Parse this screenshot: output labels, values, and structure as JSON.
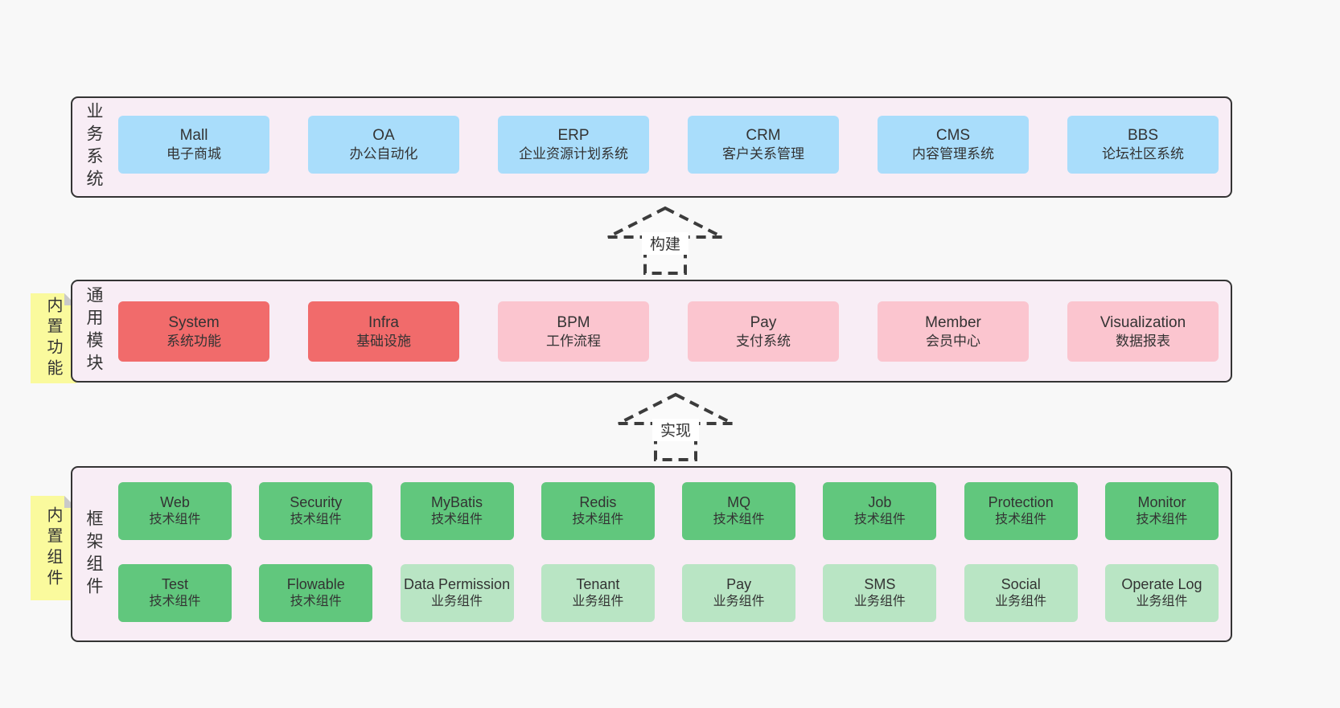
{
  "colors": {
    "page_bg": "#f8f8f8",
    "section_bg": "#f8edf5",
    "section_border": "#343434",
    "blue_box": "#a9ddfb",
    "red_box": "#f16b6b",
    "pink_box": "#fbc5cf",
    "green_box": "#61c77d",
    "light_green_box": "#b9e5c4",
    "note_bg": "#fafa9d",
    "text": "#333333"
  },
  "arrows": [
    {
      "label": "构建"
    },
    {
      "label": "实现"
    }
  ],
  "notes": [
    {
      "label": "内置功能"
    },
    {
      "label": "内置组件"
    }
  ],
  "sections": [
    {
      "label": "业务系统",
      "boxes": [
        {
          "name": "Mall",
          "desc": "电子商城"
        },
        {
          "name": "OA",
          "desc": "办公自动化"
        },
        {
          "name": "ERP",
          "desc": "企业资源计划系统"
        },
        {
          "name": "CRM",
          "desc": "客户关系管理"
        },
        {
          "name": "CMS",
          "desc": "内容管理系统"
        },
        {
          "name": "BBS",
          "desc": "论坛社区系统"
        }
      ]
    },
    {
      "label": "通用模块",
      "boxes": [
        {
          "name": "System",
          "desc": "系统功能"
        },
        {
          "name": "Infra",
          "desc": "基础设施"
        },
        {
          "name": "BPM",
          "desc": "工作流程"
        },
        {
          "name": "Pay",
          "desc": "支付系统"
        },
        {
          "name": "Member",
          "desc": "会员中心"
        },
        {
          "name": "Visualization",
          "desc": "数据报表"
        }
      ]
    },
    {
      "label": "框架组件",
      "rows": [
        [
          {
            "name": "Web",
            "desc": "技术组件"
          },
          {
            "name": "Security",
            "desc": "技术组件"
          },
          {
            "name": "MyBatis",
            "desc": "技术组件"
          },
          {
            "name": "Redis",
            "desc": "技术组件"
          },
          {
            "name": "MQ",
            "desc": "技术组件"
          },
          {
            "name": "Job",
            "desc": "技术组件"
          },
          {
            "name": "Protection",
            "desc": "技术组件"
          },
          {
            "name": "Monitor",
            "desc": "技术组件"
          }
        ],
        [
          {
            "name": "Test",
            "desc": "技术组件"
          },
          {
            "name": "Flowable",
            "desc": "技术组件"
          },
          {
            "name": "Data Permission",
            "desc": "业务组件"
          },
          {
            "name": "Tenant",
            "desc": "业务组件"
          },
          {
            "name": "Pay",
            "desc": "业务组件"
          },
          {
            "name": "SMS",
            "desc": "业务组件"
          },
          {
            "name": "Social",
            "desc": "业务组件"
          },
          {
            "name": "Operate Log",
            "desc": "业务组件"
          }
        ]
      ]
    }
  ]
}
